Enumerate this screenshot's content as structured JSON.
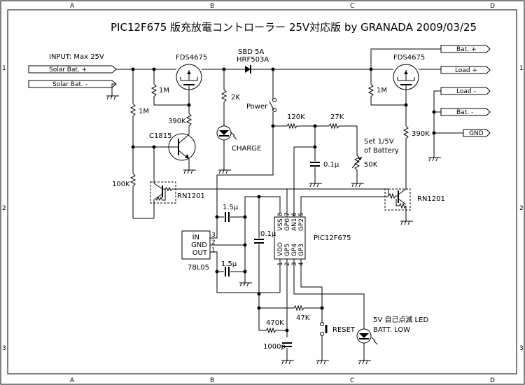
{
  "title": "PIC12F675 版充放電コントローラー 25V対応版 by GRANADA 2009/03/25",
  "frame": {
    "col_labels": [
      "A",
      "B",
      "C",
      "D"
    ],
    "row_labels": [
      "1",
      "2",
      "3"
    ]
  },
  "input_label": "INPUT: Max 25V",
  "ports": {
    "solar_plus": "Solar Bat. +",
    "solar_minus": "Solar Bat. -",
    "bat_plus": "Bat. +",
    "load_plus": "Load +",
    "load_minus": "Load -",
    "bat_minus": "Bat. -",
    "gnd": "GND"
  },
  "components": {
    "mosfet1": "FDS4675",
    "mosfet2": "FDS4675",
    "diode": [
      "SBD 5A",
      "HRF503A"
    ],
    "r_gate1": "1M",
    "r_div1": "1M",
    "r_390k_1": "390K",
    "r_100k": "100K",
    "transistor": "C1815",
    "r_2k": "2K",
    "led_charge": "CHARGE",
    "switch_power": "Power",
    "r_120k": "120K",
    "r_27k": "27K",
    "pot_note": [
      "Set 1/5V",
      "of Battery"
    ],
    "pot_50k": "50K",
    "cap_01_a": "0.1μ",
    "r_gate2": "1M",
    "r_390k_2": "390K",
    "rn1201_a": "RN1201",
    "rn1201_b": "RN1201",
    "cap_15_a": "1.5μ",
    "cap_15_b": "1.5μ",
    "cap_01_b": "0.1μ",
    "regulator": {
      "name": "78L05",
      "pins": [
        "IN",
        "GND",
        "OUT"
      ],
      "pin_nums": [
        "3",
        "2",
        "1"
      ]
    },
    "mcu": {
      "name": "PIC12F675",
      "top_pins": [
        "VSS",
        "GP0",
        "AN1",
        "GP2"
      ],
      "top_nums": [
        "8",
        "7",
        "6",
        "5"
      ],
      "bottom_pins": [
        "VDD",
        "GP5",
        "GP4",
        "GP3"
      ],
      "bottom_nums": [
        "1",
        "2",
        "3",
        "4"
      ]
    },
    "r_47k": "47K",
    "r_470k": "470K",
    "cap_1000p": "1000p",
    "switch_reset": "RESET",
    "led_low": [
      "5V 自己点滅 LED",
      "BATT. LOW"
    ]
  }
}
